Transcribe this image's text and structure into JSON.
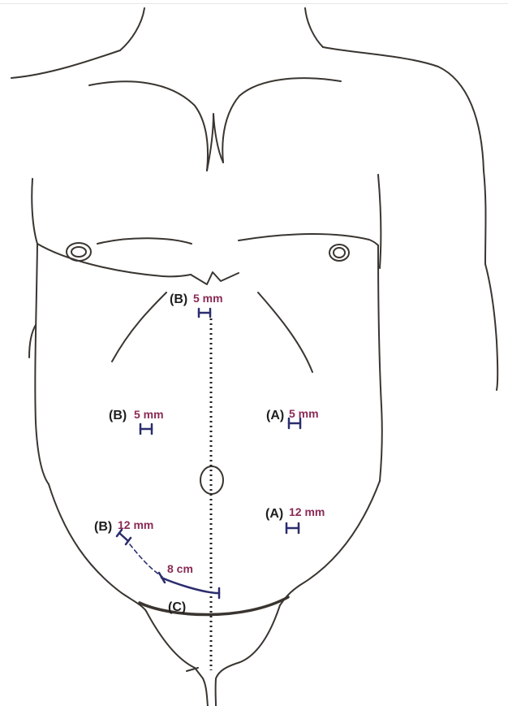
{
  "colors": {
    "outline": "#3a3530",
    "port_marker": "#2b2d6e",
    "measurement_text": "#8a2a55",
    "label_text": "#1e1e1e"
  },
  "ports": [
    {
      "tag": "(B)",
      "size": "5 mm"
    },
    {
      "tag": "(B)",
      "size": "5 mm"
    },
    {
      "tag": "(A)",
      "size": "5 mm"
    },
    {
      "tag": "(A)",
      "size": "12 mm"
    },
    {
      "tag": "(B)",
      "size": "12 mm"
    }
  ],
  "incision": {
    "tag": "(C)",
    "length": "8 cm"
  }
}
